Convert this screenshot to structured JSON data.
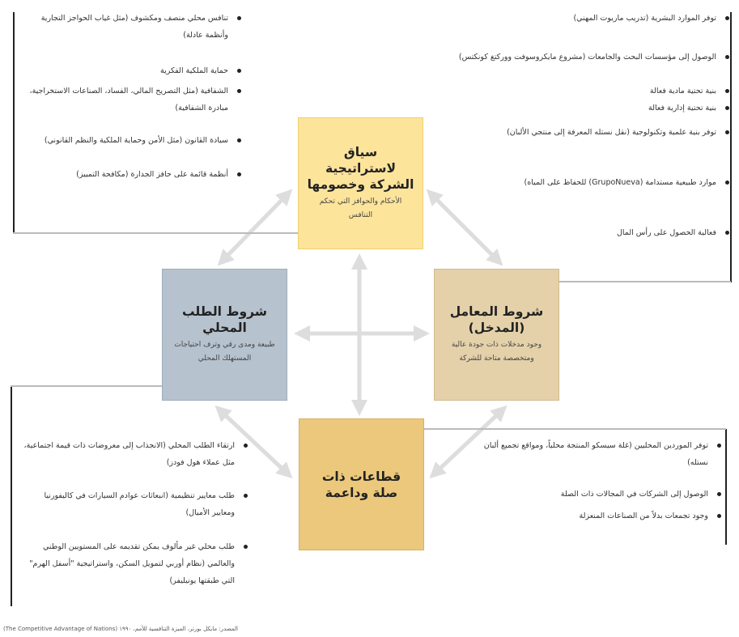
{
  "boxes": {
    "strategy": {
      "title": "سياق لاستراتيجية الشركة وخصومها",
      "subtitle": "الأحكام والحوافز التي تحكم التنافس"
    },
    "demand": {
      "title": "شروط الطلب المحلي",
      "subtitle": "طبيعة ومدى رقي وترف احتياجات المستهلك المحلي"
    },
    "factor": {
      "title": "شروط المعامل (المدخل)",
      "subtitle": "وجود مدخلات ذات جودة عالية ومتخصصة متاحة للشركة"
    },
    "related": {
      "title": "قطاعات ذات صلة وداعمة",
      "subtitle": ""
    }
  },
  "lists": {
    "strategy": [
      "تنافس محلي منصف ومكشوف (مثل غياب الحواجز التجارية وأنظمة عادلة)",
      "حماية الملكية الفكرية",
      "الشفافية (مثل التصريح المالي، الفساد، الصناعات الاستخراجية، مبادرة الشفافية)",
      "سيادة القانون (مثل الأمن وحماية الملكية والنظم القانوني)",
      "أنظمة قائمة على حافز الجدارة (مكافحة التمييز)"
    ],
    "factor": [
      "توفر الموارد البشرية (تدريب ماريوت المهني)",
      "الوصول إلى مؤسسات البحث والجامعات (مشروع مايكروسوفت ووركتغ كونكتس)",
      "بنية تحتية مادية فعالة",
      "بنية تحتية إدارية فعالة",
      "توفر بنية علمية وتكنولوجية (نقل نستله المعرفة إلى منتجي الألبان)",
      "موارد طبيعية مستدامة (GrupoNueva) للحفاظ على المياه)",
      "فعالية الحصول على رأس المال"
    ],
    "demand": [
      "ارتقاء الطلب المحلي (الانجذاب إلى معروضات ذات قيمة اجتماعية، مثل عملاء هول فودز)",
      "طلب معايير تنظيمية (انبعاثات عوادم السيارات في كاليفورنيا ومعايير الأميال)",
      "طلب محلي غير مألوف يمكن تقديمه على المستويين الوطني والعالمي (نظام أوربي لتمويل السكن، واستراتيجية \"أسفل الهرم\" التي طبقتها يونيليفر)"
    ],
    "related": [
      "توفر الموردين المحليين (غلة سيسكو المنتجة محلياً، ومواقع تجميع ألبان نستله)",
      "الوصول إلى الشركات في المجالات ذات الصلة",
      "وجود تجمعات بدلاً من الصناعات المنعزلة"
    ]
  },
  "footer": "المصدر: مايكل بورتر، الميزة التنافسية للأمم، ١٩٩٠ (The Competitive Advantage of Nations)",
  "colors": {
    "strategy": "#fde49b",
    "demand": "#b6c2ce",
    "factor": "#e4d1aa",
    "related": "#ebc87b",
    "arrow": "#dddddd"
  }
}
